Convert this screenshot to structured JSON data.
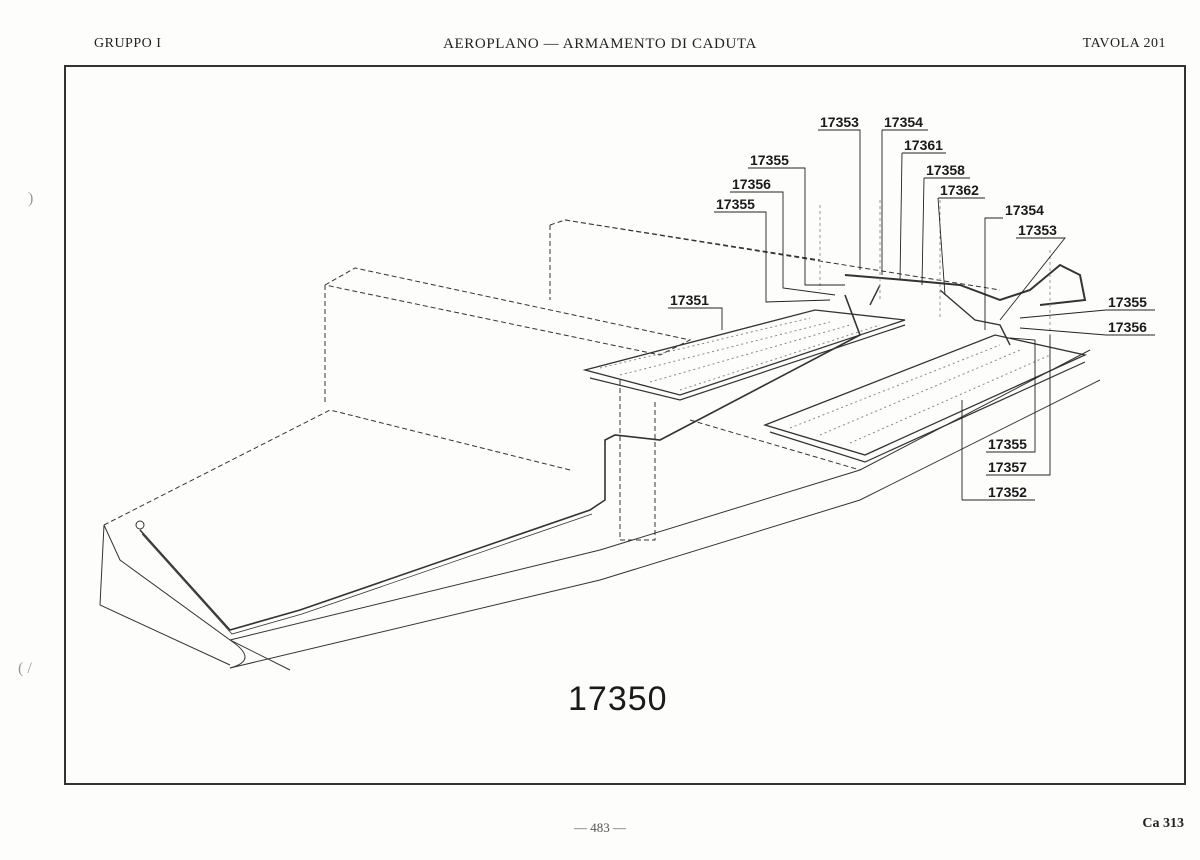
{
  "header": {
    "left": "GRUPPO I",
    "center": "AEROPLANO — ARMAMENTO DI CADUTA",
    "right": "TAVOLA 201"
  },
  "diagram": {
    "main_label": "17350",
    "callouts": [
      "17353",
      "17354",
      "17361",
      "17355",
      "17358",
      "17356",
      "17362",
      "17355",
      "17354",
      "17353",
      "17351",
      "17355",
      "17356",
      "17355",
      "17357",
      "17352"
    ]
  },
  "footer": {
    "page_number": "— 483 —",
    "reference": "Ca 313"
  }
}
